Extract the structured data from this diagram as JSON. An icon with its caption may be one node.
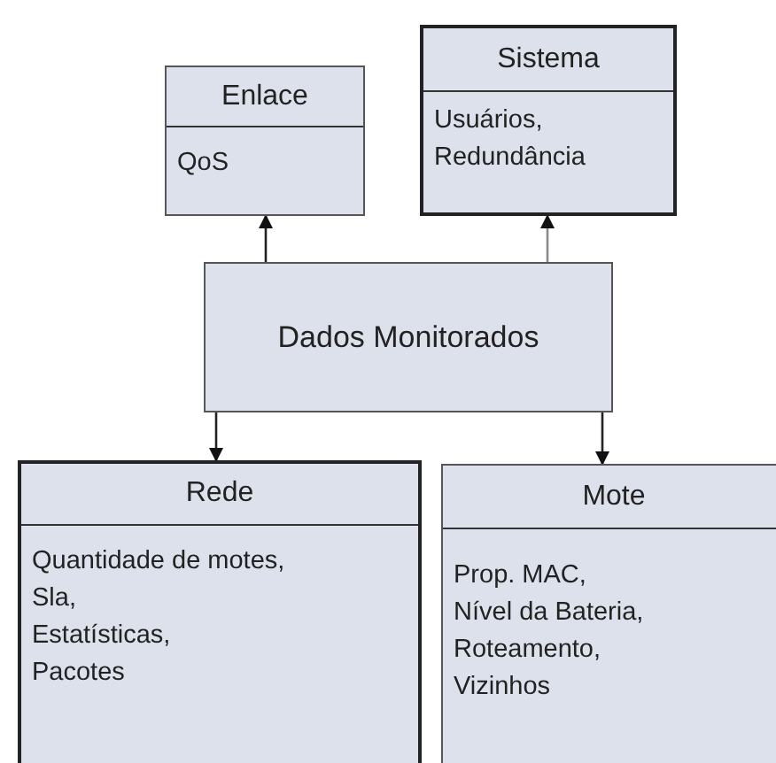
{
  "diagram": {
    "nodes": [
      {
        "text": [
          "Enlace",
          "QoS"
        ]
      },
      {
        "text": [
          "Sistema",
          "Usuários,",
          "Redundância"
        ]
      },
      {
        "text": [
          "Dados Monitorados"
        ]
      },
      {
        "text": [
          "Rede",
          "Quantidade de motes,",
          "Sla,",
          "Estatísticas,",
          "Pacotes"
        ]
      },
      {
        "text": [
          "Mote",
          "Prop. MAC,",
          "Nível da Bateria,",
          "Roteamento,",
          "Vizinhos"
        ]
      }
    ],
    "edges": [
      {
        "from": 2,
        "to": 0,
        "arrow": "to"
      },
      {
        "from": 2,
        "to": 1,
        "arrow": "to",
        "color": "#8a8a8a"
      },
      {
        "from": 2,
        "to": 3,
        "arrow": "to"
      },
      {
        "from": 2,
        "to": 4,
        "arrow": "to"
      }
    ]
  }
}
